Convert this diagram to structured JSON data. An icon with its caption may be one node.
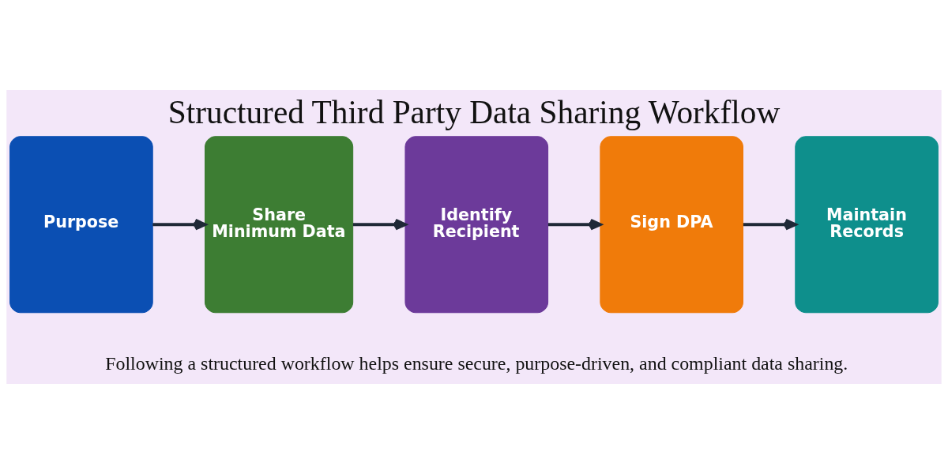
{
  "diagram": {
    "title": "Structured Third Party Data Sharing Workflow",
    "caption": "Following a structured workflow helps ensure secure, purpose-driven, and compliant data sharing.",
    "nodes": [
      {
        "text": [
          "Purpose"
        ]
      },
      {
        "text": [
          "Share Minimum Data"
        ]
      },
      {
        "text": [
          "Identify Recipient"
        ]
      },
      {
        "text": [
          "Sign DPA"
        ]
      },
      {
        "text": [
          "Maintain Records"
        ]
      }
    ],
    "edges": [
      {
        "from": 0,
        "to": 1,
        "arrow": "to"
      },
      {
        "from": 1,
        "to": 2,
        "arrow": "to"
      },
      {
        "from": 2,
        "to": 3,
        "arrow": "to"
      },
      {
        "from": 3,
        "to": 4,
        "arrow": "to"
      }
    ]
  }
}
